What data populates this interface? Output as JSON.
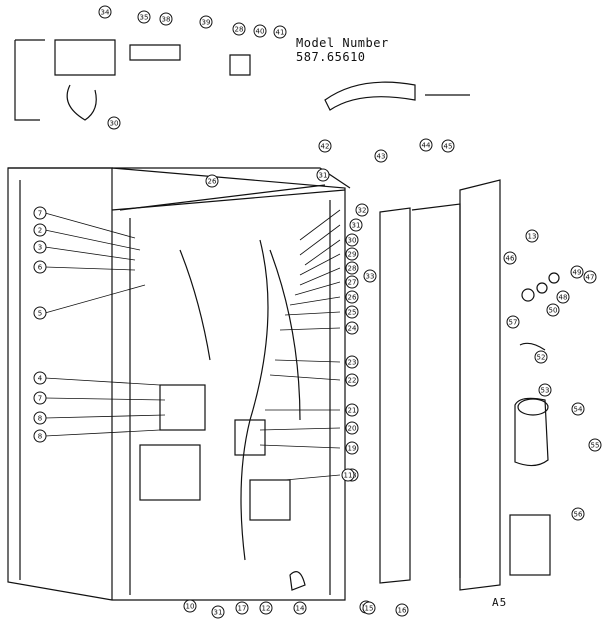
{
  "model_label": "Model Number",
  "model_value": "587.65610",
  "plate_id": "A5",
  "callouts": [
    "34",
    "35",
    "38",
    "39",
    "28",
    "40",
    "41",
    "30",
    "42",
    "43",
    "44",
    "45",
    "26",
    "31",
    "7",
    "2",
    "3",
    "6",
    "5",
    "4",
    "7",
    "8",
    "8",
    "32",
    "31",
    "30",
    "29",
    "33",
    "28",
    "27",
    "26",
    "25",
    "24",
    "23",
    "22",
    "21",
    "20",
    "19",
    "18",
    "11",
    "10",
    "31",
    "17",
    "12",
    "14",
    "15",
    "16",
    "13",
    "15",
    "46",
    "47",
    "49",
    "50",
    "57",
    "48",
    "52",
    "53",
    "54",
    "55",
    "56"
  ]
}
